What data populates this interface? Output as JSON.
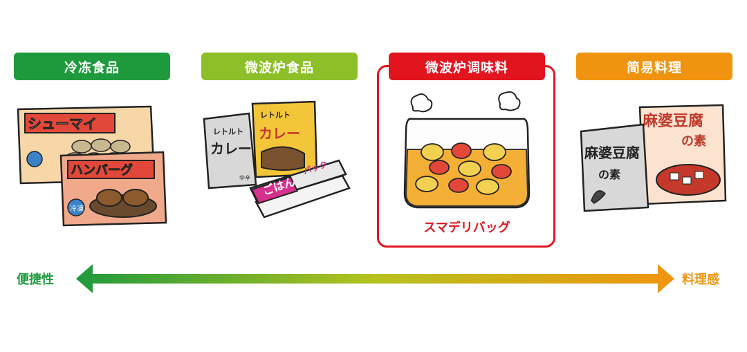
{
  "categories": [
    {
      "label": "冷冻食品",
      "color": "#1e9a3c"
    },
    {
      "label": "微波炉食品",
      "color": "#8cbf28"
    },
    {
      "label": "微波炉调味料",
      "color": "#e2141e"
    },
    {
      "label": "简易料理",
      "color": "#f0940f"
    }
  ],
  "frozen": {
    "pack1": "シューマイ",
    "pack2": "ハンバーグ",
    "badge": "冷凍"
  },
  "microwave": {
    "retort": "レトルト",
    "curry": "カレー",
    "mild": "中辛",
    "rice": "ごはん",
    "pack": "パック"
  },
  "highlight": {
    "product": "スマデリバッグ"
  },
  "simple": {
    "mapo": "麻婆豆腐",
    "base": "の素"
  },
  "axis": {
    "left": "便捷性",
    "right": "料理感",
    "left_color": "#1e9a3c",
    "right_color": "#f0940f"
  }
}
